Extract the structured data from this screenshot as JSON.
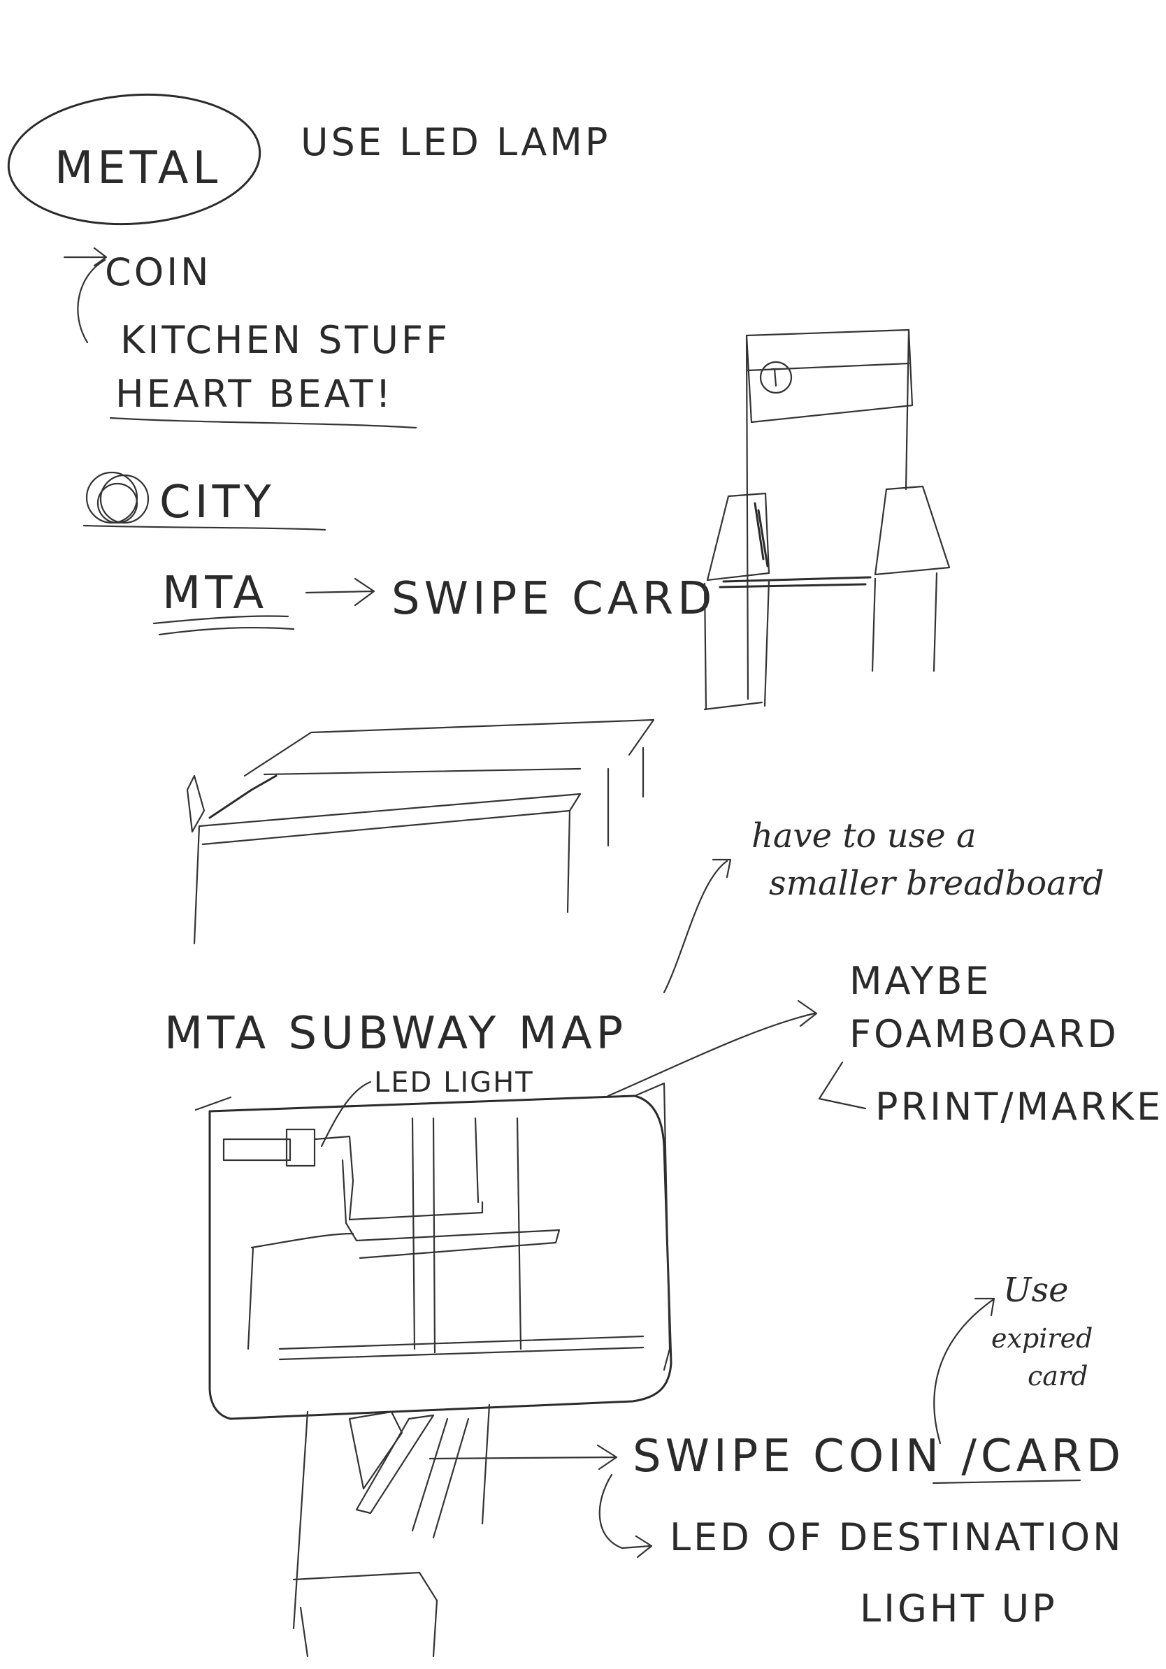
{
  "notes": {
    "metal": "METAL",
    "use_led_lamp": "USE LED LAMP",
    "coin": "COIN",
    "kitchen_stuff": "KITCHEN STUFF",
    "heart_beat": "HEART BEAT!",
    "city": "CITY",
    "mta": "MTA",
    "swipe_card": "SWIPE CARD",
    "breadboard_line1": "have to use a",
    "breadboard_line2": "smaller breadboard",
    "mta_subway_map": "MTA SUBWAY MAP",
    "maybe": "MAYBE",
    "foamboard": "FOAMBOARD",
    "print_marker": "PRINT/MARKER",
    "led_light": "LED LIGHT",
    "use": "Use",
    "expired": "expired",
    "card": "card",
    "swipe_coin_card": "SWIPE COIN /CARD",
    "led_of_destination": "LED OF DESTINATION",
    "light_up": "LIGHT UP"
  }
}
